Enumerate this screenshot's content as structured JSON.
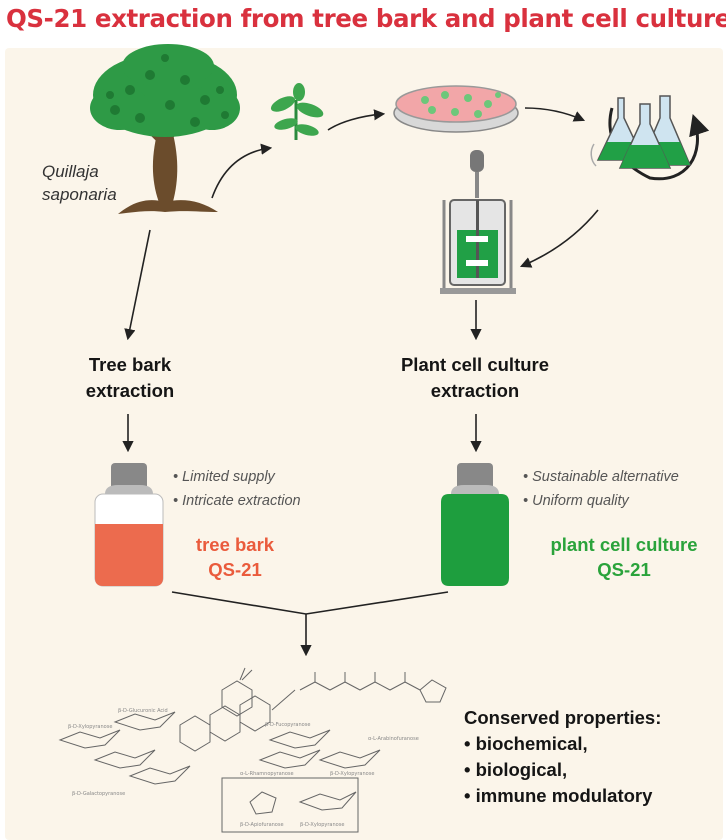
{
  "title": "QS-21 extraction from tree bark and plant cell culture",
  "species": {
    "line1": "Quillaja",
    "line2": "saponaria"
  },
  "tree_bark": {
    "step_line1": "Tree bark",
    "step_line2": "extraction",
    "bullets": [
      "Limited supply",
      "Intricate extraction"
    ],
    "product_line1": "tree bark",
    "product_line2": "QS-21",
    "liquid_color": "#ec6b4e"
  },
  "plant_cell": {
    "step_line1": "Plant cell culture",
    "step_line2": "extraction",
    "bullets": [
      "Sustainable alternative",
      "Uniform quality"
    ],
    "product_line1": "plant cell culture",
    "product_line2": "QS-21",
    "liquid_color": "#1e9e3e"
  },
  "conserved": {
    "heading": "Conserved properties:",
    "items": [
      "biochemical,",
      "biological,",
      "immune modulatory"
    ]
  },
  "colors": {
    "title": "#d9313e",
    "tree_bark_text": "#ea5b3c",
    "plant_cell_text": "#2aa33b",
    "panel": "#fbf5ea"
  }
}
